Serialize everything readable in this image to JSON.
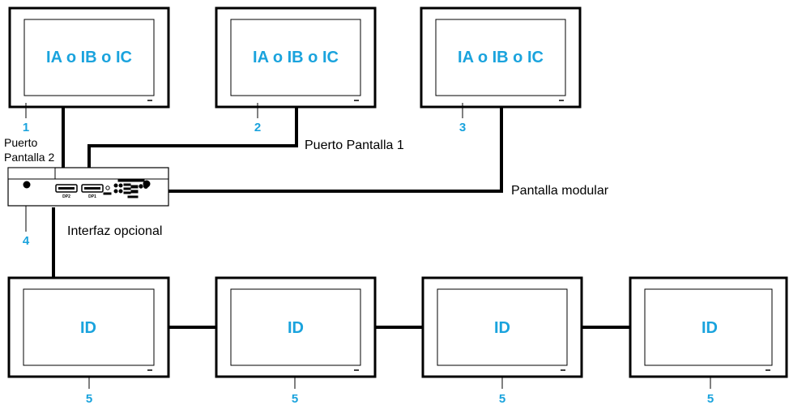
{
  "accent_color": "#1aa3dd",
  "top_displays": [
    {
      "label": "IA o IB o IC",
      "callout": "1"
    },
    {
      "label": "IA o IB o IC",
      "callout": "2"
    },
    {
      "label": "IA o IB o IC",
      "callout": "3"
    }
  ],
  "box": {
    "callout": "4",
    "port_labels": [
      "DP2",
      "DP1"
    ]
  },
  "bottom_displays": [
    {
      "label": "ID",
      "callout": "5"
    },
    {
      "label": "ID",
      "callout": "5"
    },
    {
      "label": "ID",
      "callout": "5"
    },
    {
      "label": "ID",
      "callout": "5"
    }
  ],
  "captions": {
    "port2_line1": "Puerto",
    "port2_line2": "Pantalla 2",
    "port1": "Puerto Pantalla 1",
    "modular": "Pantalla modular",
    "optional_interface": "Interfaz opcional"
  }
}
